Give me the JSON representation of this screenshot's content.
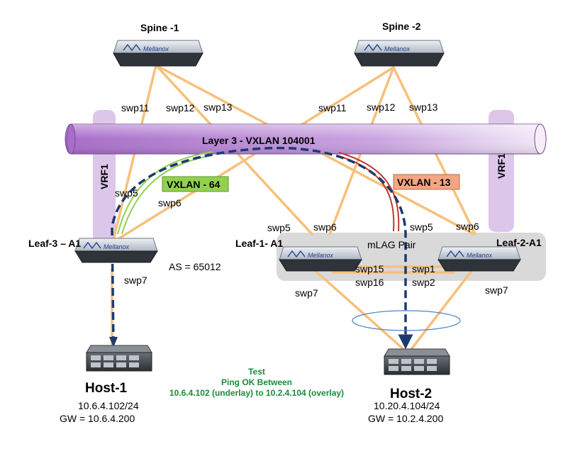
{
  "nodes": {
    "spine1": {
      "label": "Spine -1",
      "brand": "Mellanox"
    },
    "spine2": {
      "label": "Spine -2",
      "brand": "Mellanox"
    },
    "leaf3": {
      "label": "Leaf-3 – A1",
      "brand": "Mellanox"
    },
    "leaf1": {
      "label": "Leaf-1- A1",
      "brand": "Mellanox"
    },
    "leaf2": {
      "label": "Leaf-2-A1",
      "brand": "Mellanox"
    },
    "host1": {
      "label": "Host-1",
      "ip": "10.6.4.102/24",
      "gw": "GW = 10.6.4.200"
    },
    "host2": {
      "label": "Host-2",
      "ip": "10.20.4.104/24",
      "gw": "GW = 10.2.4.200"
    }
  },
  "ports": {
    "s1_swp11": "swp11",
    "s1_swp12": "swp12",
    "s1_swp13": "swp13",
    "s2_swp11": "swp11",
    "s2_swp12": "swp12",
    "s2_swp13": "swp13",
    "l3_swp5": "swp5",
    "l3_swp6": "swp6",
    "l3_swp7": "swp7",
    "l1_swp5": "swp5",
    "l1_swp6": "swp6",
    "l1_swp7": "swp7",
    "l1_swp15": "swp15",
    "l1_swp16": "swp16",
    "l2_swp5": "swp5",
    "l2_swp6": "swp6",
    "l2_swp7": "swp7",
    "l2_swp1": "swp1",
    "l2_swp2": "swp2"
  },
  "labels": {
    "layer3": "Layer 3 - VXLAN 104001",
    "vrf_left": "VRF1",
    "vrf_right": "VRF1",
    "vxlan64": "VXLAN - 64",
    "vxlan13": "VXLAN - 13",
    "as": "AS = 65012",
    "mlag": "mLAG Pair"
  },
  "test_note": {
    "line1": "Test",
    "line2": "Ping OK Between",
    "line3": "10.6.4.102 (underlay) to 10.2.4.104 (overlay)"
  },
  "colors": {
    "link": "#f7c07a",
    "tube": "#b37fd0",
    "vrf": "#dcc6ea",
    "vxlan64_fill": "#92d050",
    "vxlan13_fill": "#f4a582",
    "vxlan13_line": "#c0392b",
    "path": "#1f3a6e",
    "test_text": "#1a8a3a",
    "mlag_bg": "#d9d9d9"
  }
}
